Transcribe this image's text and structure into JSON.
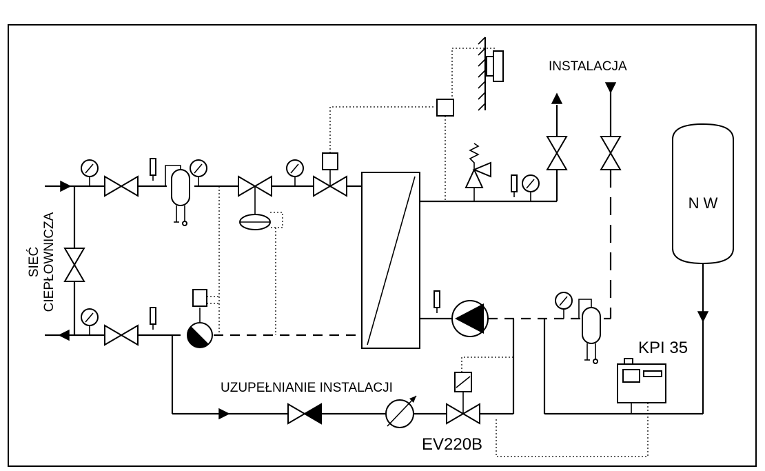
{
  "labels": {
    "network_line1": "SIEĆ",
    "network_line2": "CIEPŁOWNICZA",
    "installation": "INSTALACJA",
    "refill": "UZUPEŁNIANIE INSTALACJI",
    "valve": "EV220B",
    "controller": "KPI 35",
    "vessel": "N W"
  }
}
